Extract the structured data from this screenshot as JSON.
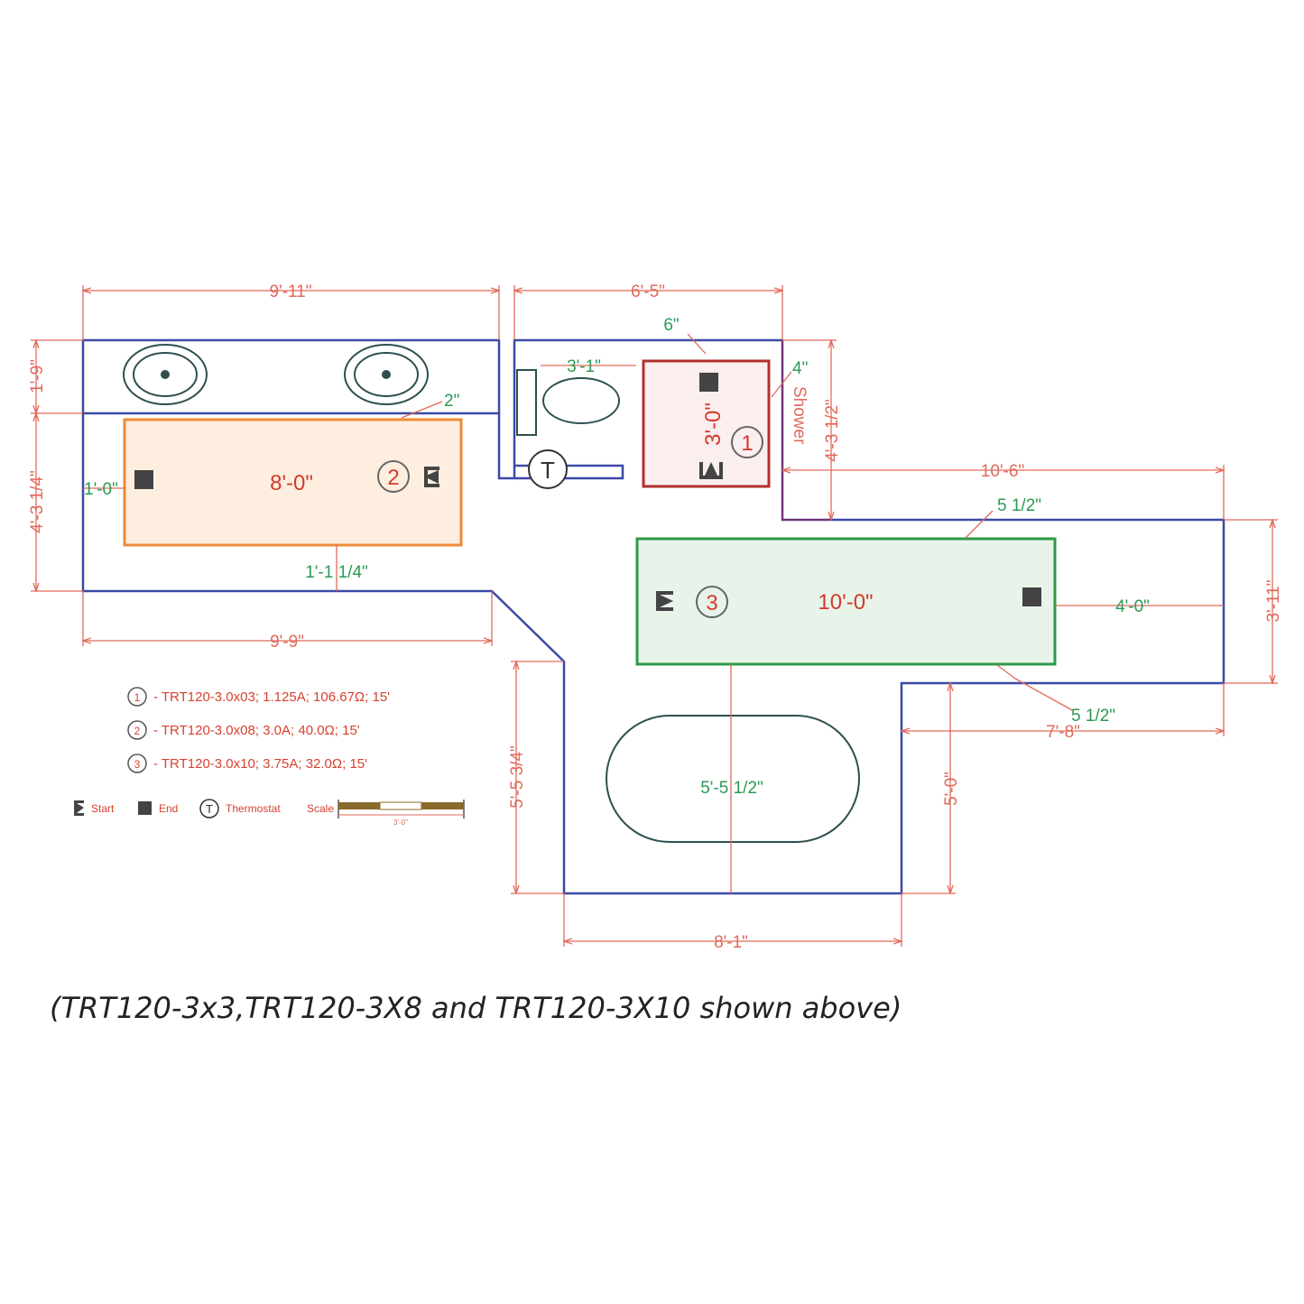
{
  "dimensions": {
    "top_left": "9'-11\"",
    "top_mid": "6'-5\"",
    "left_upper": "1'-9\"",
    "left_lower": "4'-3 1/4\"",
    "mat2_left_gap": "1'-0\"",
    "mat2_top_gap": "2\"",
    "mat2_bottom_gap": "1'-1 1/4\"",
    "bottom_left": "9'-9\"",
    "toilet_gap": "3'-1\"",
    "shower_top_gap": "6\"",
    "shower_side_gap": "4\"",
    "shower_height": "4'-3 1/2\"",
    "mid_right_width": "10'-6\"",
    "mat3_top_gap": "5 1/2\"",
    "mat3_right_gap": "4'-0\"",
    "right_height": "3'-11\"",
    "mat3_bottom_gap": "5 1/2\"",
    "lower_right_width": "7'-8\"",
    "lower_left_height": "5'-5 3/4\"",
    "tub_length": "5'-5 1/2\"",
    "lower_right_height": "5'-0\"",
    "bottom_width": "8'-1\""
  },
  "mats": [
    {
      "number": "1",
      "length": "3'-0\"",
      "color": "#b2302c",
      "fill": "#fbeeee"
    },
    {
      "number": "2",
      "length": "8'-0\"",
      "color": "#ee8a35",
      "fill": "#fdeee0"
    },
    {
      "number": "3",
      "length": "10'-0\"",
      "color": "#2c9a45",
      "fill": "#e8f3ea"
    }
  ],
  "shower_label": "Shower",
  "legend": {
    "items": [
      {
        "number": "1",
        "text": "- TRT120-3.0x03; 1.125A; 106.67Ω; 15'"
      },
      {
        "number": "2",
        "text": "- TRT120-3.0x08; 3.0A; 40.0Ω; 15'"
      },
      {
        "number": "3",
        "text": "- TRT120-3.0x10; 3.75A; 32.0Ω; 15'"
      }
    ],
    "start_label": "Start",
    "end_label": "End",
    "thermostat_symbol": "T",
    "thermostat_label": "Thermostat",
    "scale_label": "Scale",
    "scale_value": "3'-0\""
  },
  "caption": "(TRT120-3x3,TRT120-3X8 and TRT120-3X10 shown above)",
  "colors": {
    "wall": "#3b4aa6",
    "dimension": "#e06a5c",
    "dimension_green": "#2a9a55",
    "fixture": "#2f4f4f"
  }
}
